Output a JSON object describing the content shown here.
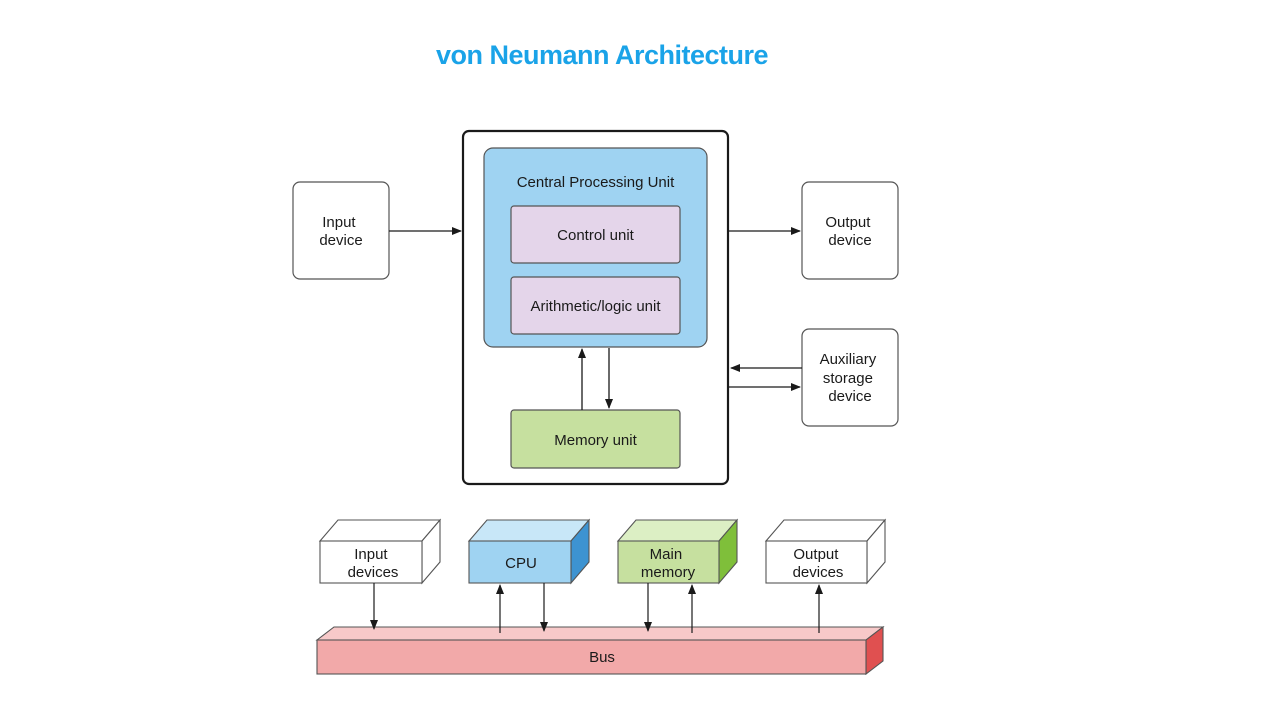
{
  "title": "von Neumann Architecture",
  "colors": {
    "title": "#1aa3e8",
    "cpu": "#9fd3f2",
    "unit": "#e4d5ea",
    "memory": "#c6e09f",
    "bus": "#f2a9a9"
  },
  "top_diagram": {
    "input_device": [
      "Input",
      "device"
    ],
    "cpu_label": "Central Processing Unit",
    "control_unit": "Control unit",
    "alu": "Arithmetic/logic unit",
    "memory_unit": "Memory unit",
    "output_device": [
      "Output",
      "device"
    ],
    "auxiliary_storage": [
      "Auxiliary",
      "storage",
      "device"
    ]
  },
  "bus_diagram": {
    "input_devices": [
      "Input",
      "devices"
    ],
    "cpu": "CPU",
    "main_memory": [
      "Main",
      "memory"
    ],
    "output_devices": [
      "Output",
      "devices"
    ],
    "bus": "Bus"
  }
}
